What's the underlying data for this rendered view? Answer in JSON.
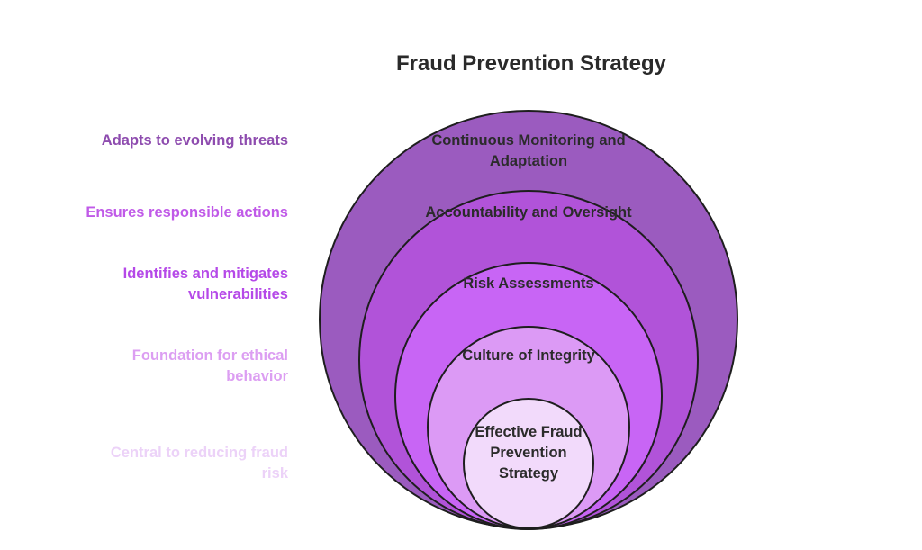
{
  "title": "Fraud Prevention Strategy",
  "colors": {
    "ring_1": "#9b5bbf",
    "ring_2": "#b153d9",
    "ring_3": "#c865f5",
    "ring_4": "#dc9af5",
    "ring_5": "#f2dafb",
    "label_1": "#8e4caf",
    "label_2": "#c05ae8",
    "label_3": "#b549e8",
    "label_4": "#dc9ef2",
    "label_5": "#ecd2f8"
  },
  "layers": [
    {
      "name": "Continuous Monitoring and Adaptation",
      "description": "Adapts to evolving threats"
    },
    {
      "name": "Accountability and Oversight",
      "description": "Ensures responsible actions"
    },
    {
      "name": "Risk Assessments",
      "description": "Identifies and mitigates vulnerabilities"
    },
    {
      "name": "Culture of Integrity",
      "description": "Foundation for ethical behavior"
    },
    {
      "name": "Effective Fraud Prevention Strategy",
      "description": "Central to reducing fraud risk"
    }
  ]
}
